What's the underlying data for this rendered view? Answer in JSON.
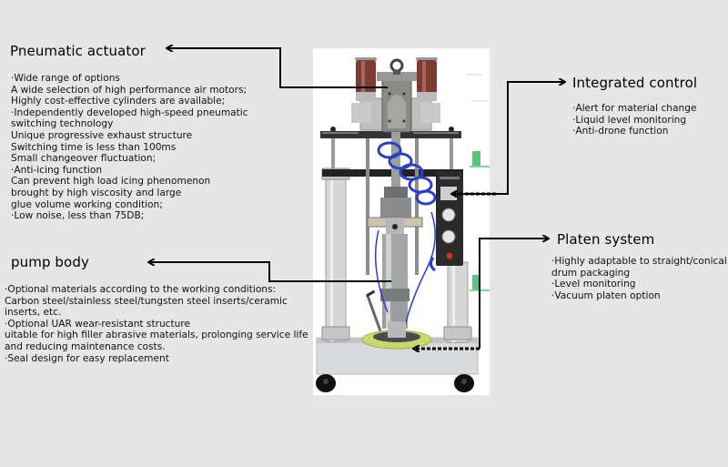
{
  "sections": {
    "pneumatic_actuator": {
      "title": "Pneumatic actuator",
      "lines": [
        "·Wide range of options",
        "A wide selection of high performance air motors;",
        "Highly cost-effective cylinders are available;",
        "·Independently developed high-speed pneumatic",
        "switching technology",
        "Unique progressive exhaust structure",
        "Switching time is less than 100ms",
        "Small changeover fluctuation;",
        "·Anti-icing function",
        "Can prevent high load icing phenomenon",
        "brought by high viscosity and large",
        "glue volume working condition;",
        "·Low noise, less than 75DB;"
      ]
    },
    "pump_body": {
      "title": "pump body",
      "lines": [
        "·Optional materials according to the working conditions:",
        "Carbon steel/stainless steel/tungsten steel inserts/ceramic",
        "inserts, etc.",
        "·Optional UAR wear-resistant structure",
        "uitable for high filler abrasive materials, prolonging service life",
        "and reducing maintenance costs.",
        "·Seal design for easy replacement"
      ]
    },
    "integrated_control": {
      "title": "Integrated control",
      "lines": [
        "·Alert for material change",
        "·Liquid level monitoring",
        "·Anti-drone function"
      ]
    },
    "platen_system": {
      "title": "Platen system",
      "lines": [
        "·Highly adaptable to straight/conical",
        "drum packaging",
        "·Level monitoring",
        "·Vacuum platen option"
      ]
    }
  },
  "image": {
    "subject": "pneumatic glue supply pump machine with dual air cylinders, control box, blue air hose, and yellow-green platen on wheeled base"
  },
  "colors": {
    "background": "#e6e6e6",
    "cylinder_red": "#7a3b35",
    "hose_blue": "#2a3fc4",
    "platen_yellow": "#c9d96a",
    "indicator_green": "#3fbf6a",
    "button_red": "#d52a2a"
  }
}
